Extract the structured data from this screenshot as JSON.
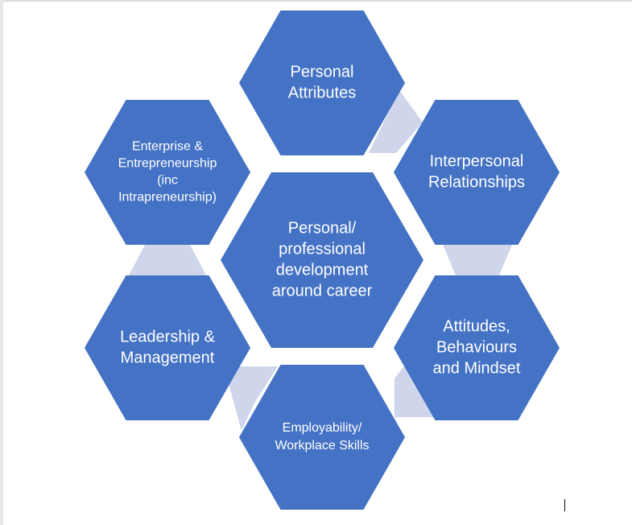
{
  "colors": {
    "hex_fill": "#4472c4",
    "connector_fill": "#cfd5ea",
    "text": "#ffffff"
  },
  "center": {
    "lines": [
      "Personal/",
      "professional",
      "development",
      "around career"
    ]
  },
  "nodes": [
    {
      "id": "personal-attributes",
      "lines": [
        "Personal",
        "Attributes"
      ]
    },
    {
      "id": "interpersonal-relationships",
      "lines": [
        "Interpersonal",
        "Relationships"
      ]
    },
    {
      "id": "attitudes-behaviours-mindset",
      "lines": [
        "Attitudes,",
        "Behaviours",
        "and Mindset"
      ]
    },
    {
      "id": "employability-workplace-skills",
      "lines": [
        "Employability/",
        "Workplace Skills"
      ]
    },
    {
      "id": "leadership-management",
      "lines": [
        "Leadership &",
        "Management"
      ]
    },
    {
      "id": "enterprise-entrepreneurship",
      "lines": [
        "Enterprise &",
        "Entrepreneurship",
        "(inc",
        "Intrapreneurship)"
      ]
    }
  ]
}
